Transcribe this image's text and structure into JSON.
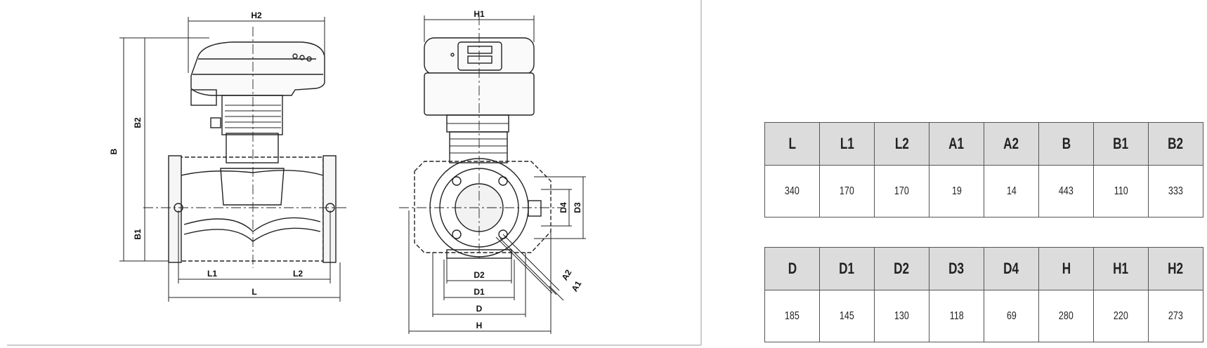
{
  "drawing": {
    "dimension_labels": {
      "H2": "H2",
      "B": "B",
      "B2": "B2",
      "B1": "B1",
      "L1": "L1",
      "L2": "L2",
      "L": "L",
      "H1": "H1",
      "D4": "D4",
      "D3": "D3",
      "D2": "D2",
      "D1": "D1",
      "D": "D",
      "H": "H",
      "A2": "A2",
      "A1": "A1"
    }
  },
  "tables": [
    {
      "headers": [
        "L",
        "L1",
        "L2",
        "A1",
        "A2",
        "B",
        "B1",
        "B2"
      ],
      "values": [
        "340",
        "170",
        "170",
        "19",
        "14",
        "443",
        "110",
        "333"
      ]
    },
    {
      "headers": [
        "D",
        "D1",
        "D2",
        "D3",
        "D4",
        "H",
        "H1",
        "H2"
      ],
      "values": [
        "185",
        "145",
        "130",
        "118",
        "69",
        "280",
        "220",
        "273"
      ]
    }
  ],
  "colors": {
    "header_fill": "#dcdcdc",
    "border": "#555555",
    "line": "#222222"
  }
}
